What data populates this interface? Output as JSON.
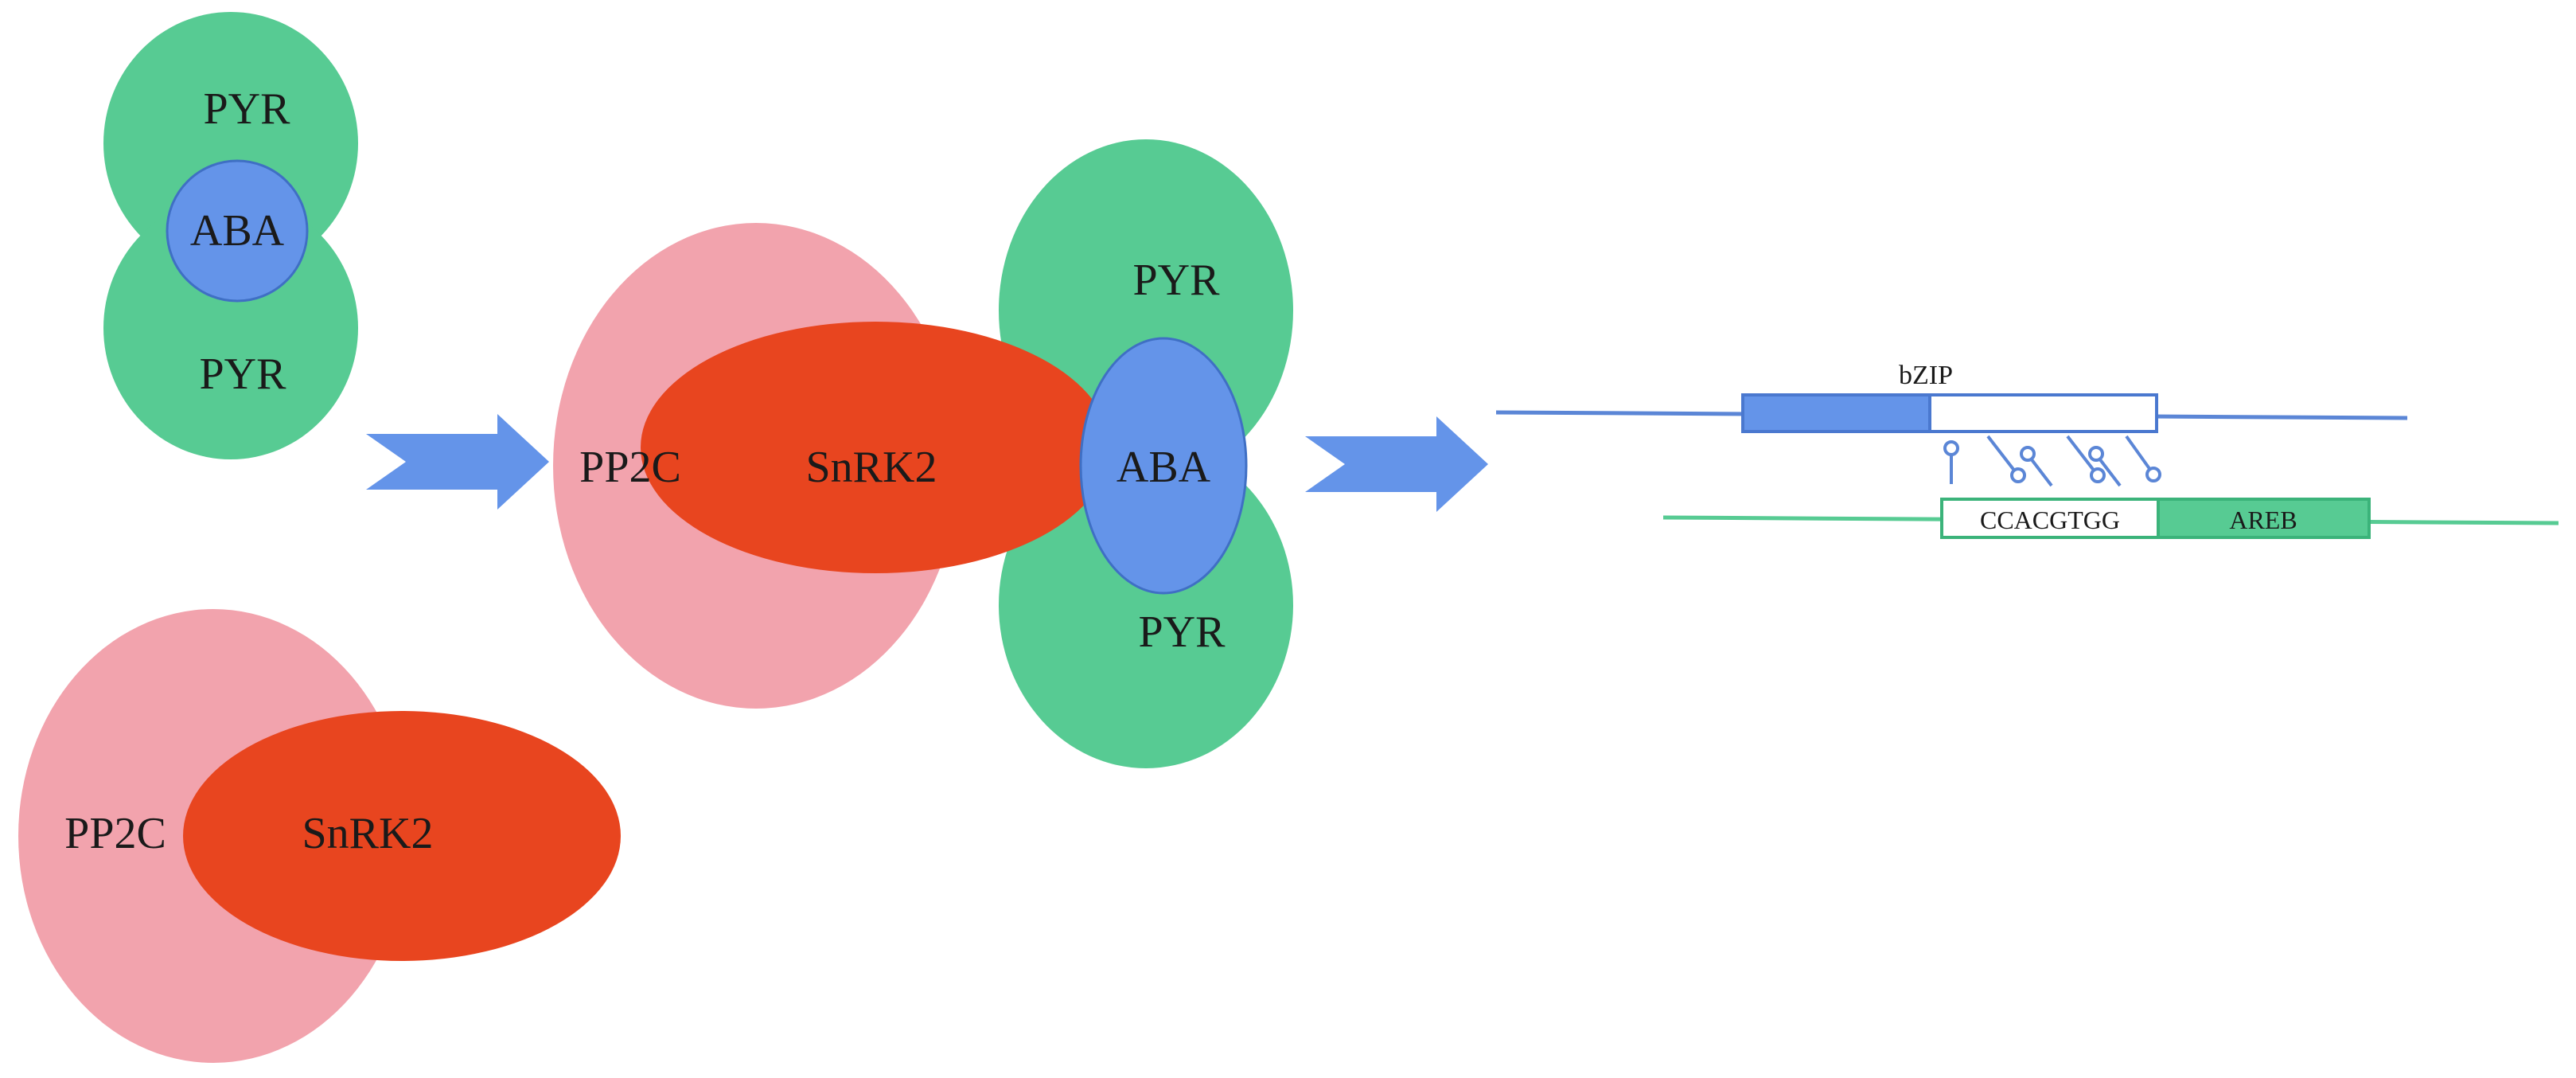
{
  "labels": {
    "pyr": "PYR",
    "aba": "ABA",
    "pp2c": "PP2C",
    "snrk2": "SnRK2",
    "bzip": "bZIP",
    "motif": "CCACGTGG",
    "areb": "AREB"
  },
  "colors": {
    "pyr": "#57cb93",
    "aba": "#6494e9",
    "pp2c": "#f2a3ad",
    "snrk2": "#e8451f",
    "arrow": "#6494e9",
    "bzip_line": "#5b86d6",
    "areb_line": "#57cb93"
  },
  "icons": [
    "right-arrow-icon",
    "right-arrow-icon"
  ]
}
